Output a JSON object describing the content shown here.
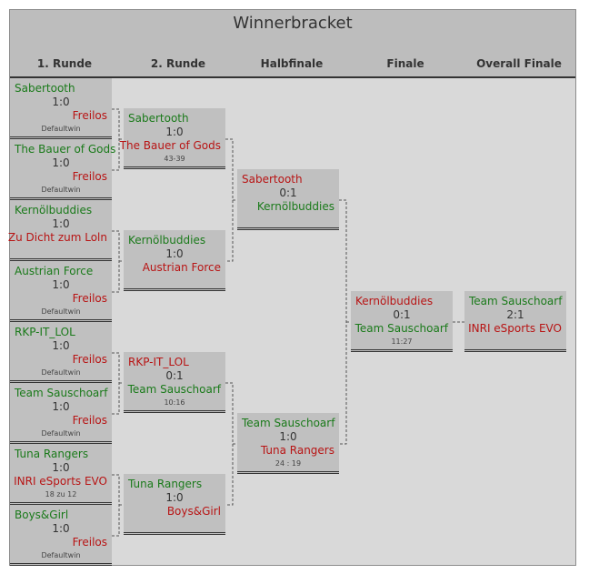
{
  "title": "Winnerbracket",
  "rounds": [
    "1. Runde",
    "2. Runde",
    "Halbfinale",
    "Finale",
    "Overall Finale"
  ],
  "matches": [
    {
      "t1": "Sabertooth",
      "s": "1:0",
      "t2": "Freilos",
      "n": "Defaultwin",
      "w": 1
    },
    {
      "t1": "The Bauer of Gods",
      "s": "1:0",
      "t2": "Freilos",
      "n": "Defaultwin",
      "w": 1
    },
    {
      "t1": "Kernölbuddies",
      "s": "1:0",
      "t2": "Zu Dicht zum Loln",
      "n": "",
      "w": 1
    },
    {
      "t1": "Austrian Force",
      "s": "1:0",
      "t2": "Freilos",
      "n": "Defaultwin",
      "w": 1
    },
    {
      "t1": "RKP-IT_LOL",
      "s": "1:0",
      "t2": "Freilos",
      "n": "Defaultwin",
      "w": 1
    },
    {
      "t1": "Team Sauschoarf",
      "s": "1:0",
      "t2": "Freilos",
      "n": "Defaultwin",
      "w": 1
    },
    {
      "t1": "Tuna Rangers",
      "s": "1:0",
      "t2": "INRI eSports EVO",
      "n": "18 zu 12",
      "w": 1
    },
    {
      "t1": "Boys&Girl",
      "s": "1:0",
      "t2": "Freilos",
      "n": "Defaultwin",
      "w": 1
    },
    {
      "t1": "Sabertooth",
      "s": "1:0",
      "t2": "The Bauer of Gods",
      "n": "43-39",
      "w": 1
    },
    {
      "t1": "Kernölbuddies",
      "s": "1:0",
      "t2": "Austrian Force",
      "n": "",
      "w": 1
    },
    {
      "t1": "RKP-IT_LOL",
      "s": "0:1",
      "t2": "Team Sauschoarf",
      "n": "10:16",
      "w": 2
    },
    {
      "t1": "Tuna Rangers",
      "s": "1:0",
      "t2": "Boys&Girl",
      "n": "",
      "w": 1
    },
    {
      "t1": "Sabertooth",
      "s": "0:1",
      "t2": "Kernölbuddies",
      "n": "",
      "w": 2
    },
    {
      "t1": "Team Sauschoarf",
      "s": "1:0",
      "t2": "Tuna Rangers",
      "n": "24 : 19",
      "w": 1
    },
    {
      "t1": "Kernölbuddies",
      "s": "0:1",
      "t2": "Team Sauschoarf",
      "n": "11:27",
      "w": 2
    },
    {
      "t1": "Team Sauschoarf",
      "s": "2:1",
      "t2": "INRI eSports EVO",
      "n": "",
      "w": 1
    }
  ]
}
